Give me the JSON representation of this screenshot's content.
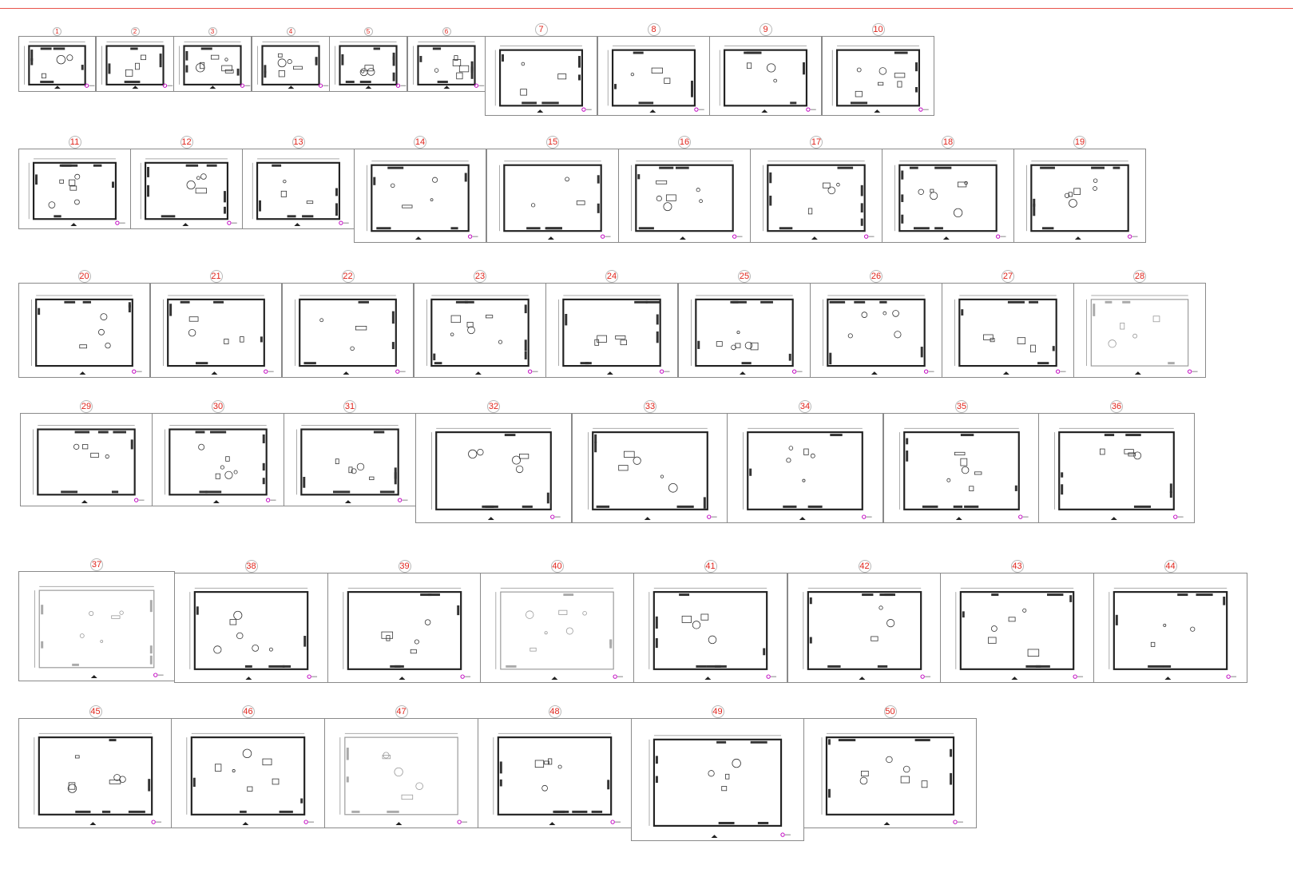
{
  "sheet": {
    "accent": "#e0241b",
    "line": "#e8534a",
    "plans": [
      {
        "label": "1"
      },
      {
        "label": "2"
      },
      {
        "label": "3"
      },
      {
        "label": "4"
      },
      {
        "label": "5"
      },
      {
        "label": "6"
      },
      {
        "label": "7"
      },
      {
        "label": "8"
      },
      {
        "label": "9"
      },
      {
        "label": "10"
      },
      {
        "label": "11"
      },
      {
        "label": "12"
      },
      {
        "label": "13"
      },
      {
        "label": "14"
      },
      {
        "label": "15"
      },
      {
        "label": "16"
      },
      {
        "label": "17"
      },
      {
        "label": "18"
      },
      {
        "label": "19"
      },
      {
        "label": "20"
      },
      {
        "label": "21"
      },
      {
        "label": "22"
      },
      {
        "label": "23"
      },
      {
        "label": "24"
      },
      {
        "label": "25"
      },
      {
        "label": "26"
      },
      {
        "label": "27"
      },
      {
        "label": "28"
      },
      {
        "label": "29"
      },
      {
        "label": "30"
      },
      {
        "label": "31"
      },
      {
        "label": "32"
      },
      {
        "label": "33"
      },
      {
        "label": "34"
      },
      {
        "label": "35"
      },
      {
        "label": "36"
      },
      {
        "label": "37"
      },
      {
        "label": "38"
      },
      {
        "label": "39"
      },
      {
        "label": "40"
      },
      {
        "label": "41"
      },
      {
        "label": "42"
      },
      {
        "label": "43"
      },
      {
        "label": "44"
      },
      {
        "label": "45"
      },
      {
        "label": "46"
      },
      {
        "label": "47"
      },
      {
        "label": "48"
      },
      {
        "label": "49"
      },
      {
        "label": "50"
      }
    ]
  }
}
